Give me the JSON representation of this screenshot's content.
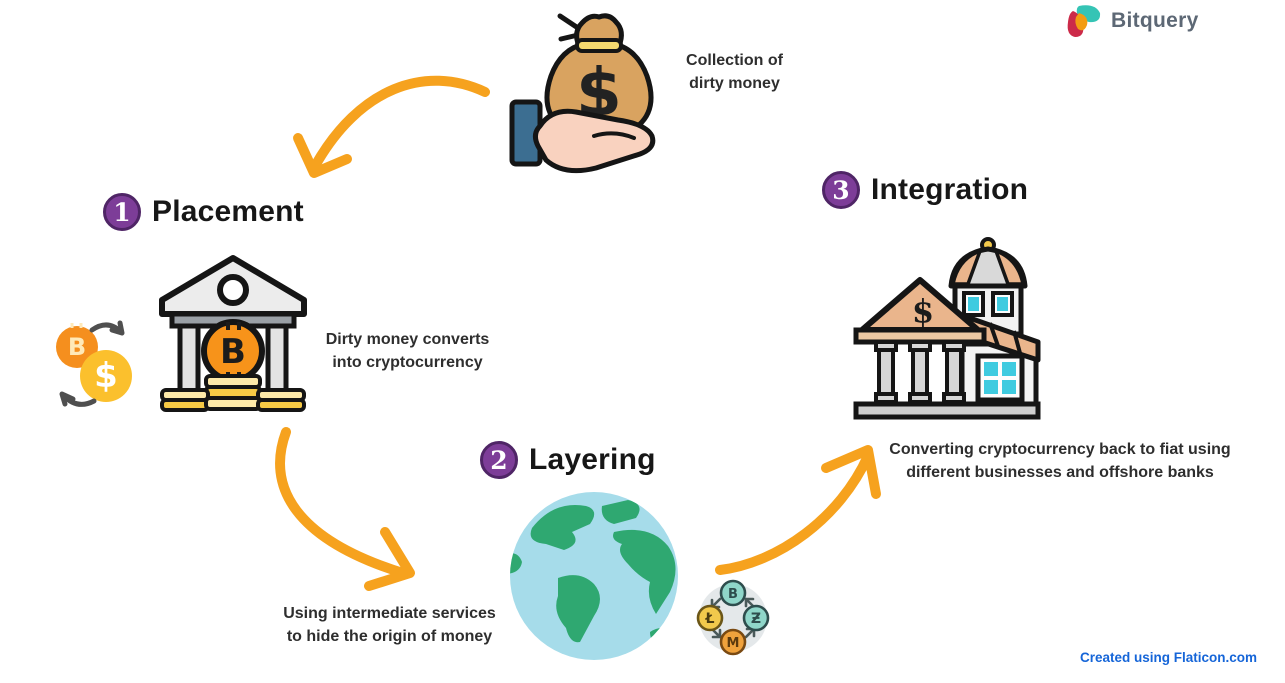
{
  "brand": {
    "name": "Bitquery",
    "logo_icon": "bitquery-logo-icon"
  },
  "collection": {
    "label": "Collection of\ndirty money",
    "icon": "money-bag-in-hand-icon"
  },
  "stages": [
    {
      "number": "1",
      "title": "Placement",
      "description": "Dirty money converts\ninto cryptocurrency",
      "icon": "bank-with-bitcoin-icon",
      "secondary_icon": "bitcoin-dollar-exchange-icon"
    },
    {
      "number": "2",
      "title": "Layering",
      "description": "Using intermediate services\nto hide the origin of money",
      "icon": "globe-icon",
      "secondary_icon": "crypto-coins-cycle-icon"
    },
    {
      "number": "3",
      "title": "Integration",
      "description": "Converting cryptocurrency back to fiat using\ndifferent businesses and offshore banks",
      "icon": "bank-and-business-building-icon"
    }
  ],
  "flow_arrows": [
    "curved-arrow-collection-to-placement",
    "curved-arrow-placement-to-layering",
    "curved-arrow-layering-to-integration"
  ],
  "icons": {
    "money_bag_glyph": "$",
    "bank_coin_glyph": "B",
    "pediment_glyph": "$",
    "exchange_glyphs": {
      "btc": "B",
      "usd": "$"
    },
    "cluster_glyphs": {
      "top": "B",
      "left": "Ł",
      "right": "Ƶ",
      "bottom": "M"
    }
  },
  "attribution": {
    "text": "Created using Flaticon.com"
  },
  "colors": {
    "arrow_orange": "#F6A21E",
    "badge_purple": "#7D3D98",
    "heading_text": "#171717",
    "body_text": "#2E2E2E",
    "attribution_blue": "#1565D8",
    "bitcoin_orange": "#F7931A",
    "coin_yellow": "#FBC02D",
    "globe_water": "#A6DCEA",
    "globe_land": "#2FA871",
    "brand_text_gray": "#5D6875"
  }
}
